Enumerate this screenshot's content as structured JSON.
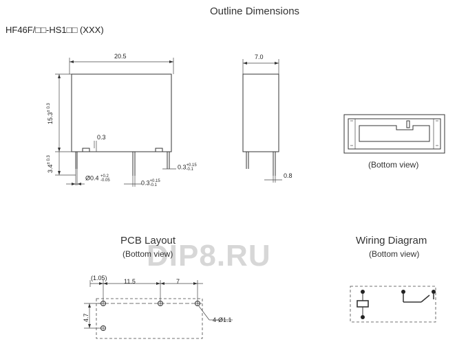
{
  "header": {
    "title": "Outline Dimensions",
    "model": "HF46F/□□-HS1□□ (XXX)"
  },
  "front_view": {
    "width": "20.5",
    "body_height": "15.3",
    "body_height_tol": "± 0.3",
    "pin_length": "3.4",
    "pin_length_tol": "± 0.3",
    "standoff": "0.3",
    "pin_dia": "Ø0.4",
    "pin_dia_tol_upper": "+0.2",
    "pin_dia_tol_lower": "-0.05",
    "pin_thick_a": "0.3",
    "pin_thick_a_upper": "+0.15",
    "pin_thick_a_lower": "-0.1",
    "pin_thick_b": "0.3",
    "pin_thick_b_upper": "+0.15",
    "pin_thick_b_lower": "-0.1"
  },
  "side_view": {
    "width": "7.0",
    "pin_spacing": "0.8"
  },
  "bottom_view": {
    "label": "(Bottom view)"
  },
  "pcb": {
    "title": "PCB Layout",
    "sub": "(Bottom view)",
    "dim_a": "(1.05)",
    "dim_b": "11.5",
    "dim_c": "7",
    "dim_h": "4.7",
    "hole": "4-Ø1.1"
  },
  "wiring": {
    "title": "Wiring Diagram",
    "sub": "(Bottom view)"
  },
  "watermark": "DIP8.RU"
}
